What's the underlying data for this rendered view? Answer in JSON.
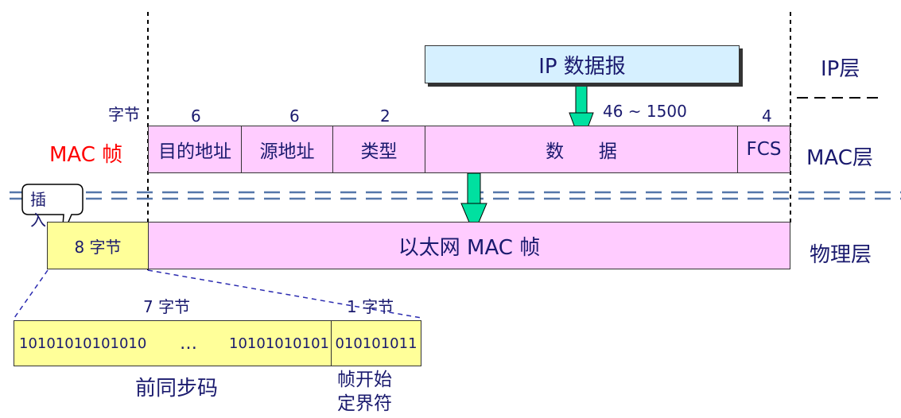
{
  "layers": {
    "ip": "IP层",
    "mac": "MAC层",
    "physical": "物理层"
  },
  "ip_datagram": "IP 数据报",
  "mac_frame_label": "MAC 帧",
  "bytes_label": "字节",
  "fields": [
    {
      "size": "6",
      "name": "目的地址"
    },
    {
      "size": "6",
      "name": "源地址"
    },
    {
      "size": "2",
      "name": "类型"
    },
    {
      "size": "46 ~ 1500",
      "name": "数      据"
    },
    {
      "size": "4",
      "name": "FCS"
    }
  ],
  "insert_callout": "插入",
  "preamble_total": "8 字节",
  "ethernet_frame": "以太网 MAC 帧",
  "preamble_bytes": "7 字节",
  "sfd_bytes": "1 字节",
  "preamble_bits_left": "10101010101010",
  "preamble_ellipsis": "…",
  "preamble_bits_right": "10101010101",
  "sfd_bits": "010101011",
  "preamble_name": "前同步码",
  "sfd_name_line1": "帧开始",
  "sfd_name_line2": "定界符",
  "colors": {
    "mac_frame_label": "#ff0000",
    "arrow": "#00e0a0",
    "ip_box": "#d6f0ff",
    "text": "#1a1a6e"
  }
}
